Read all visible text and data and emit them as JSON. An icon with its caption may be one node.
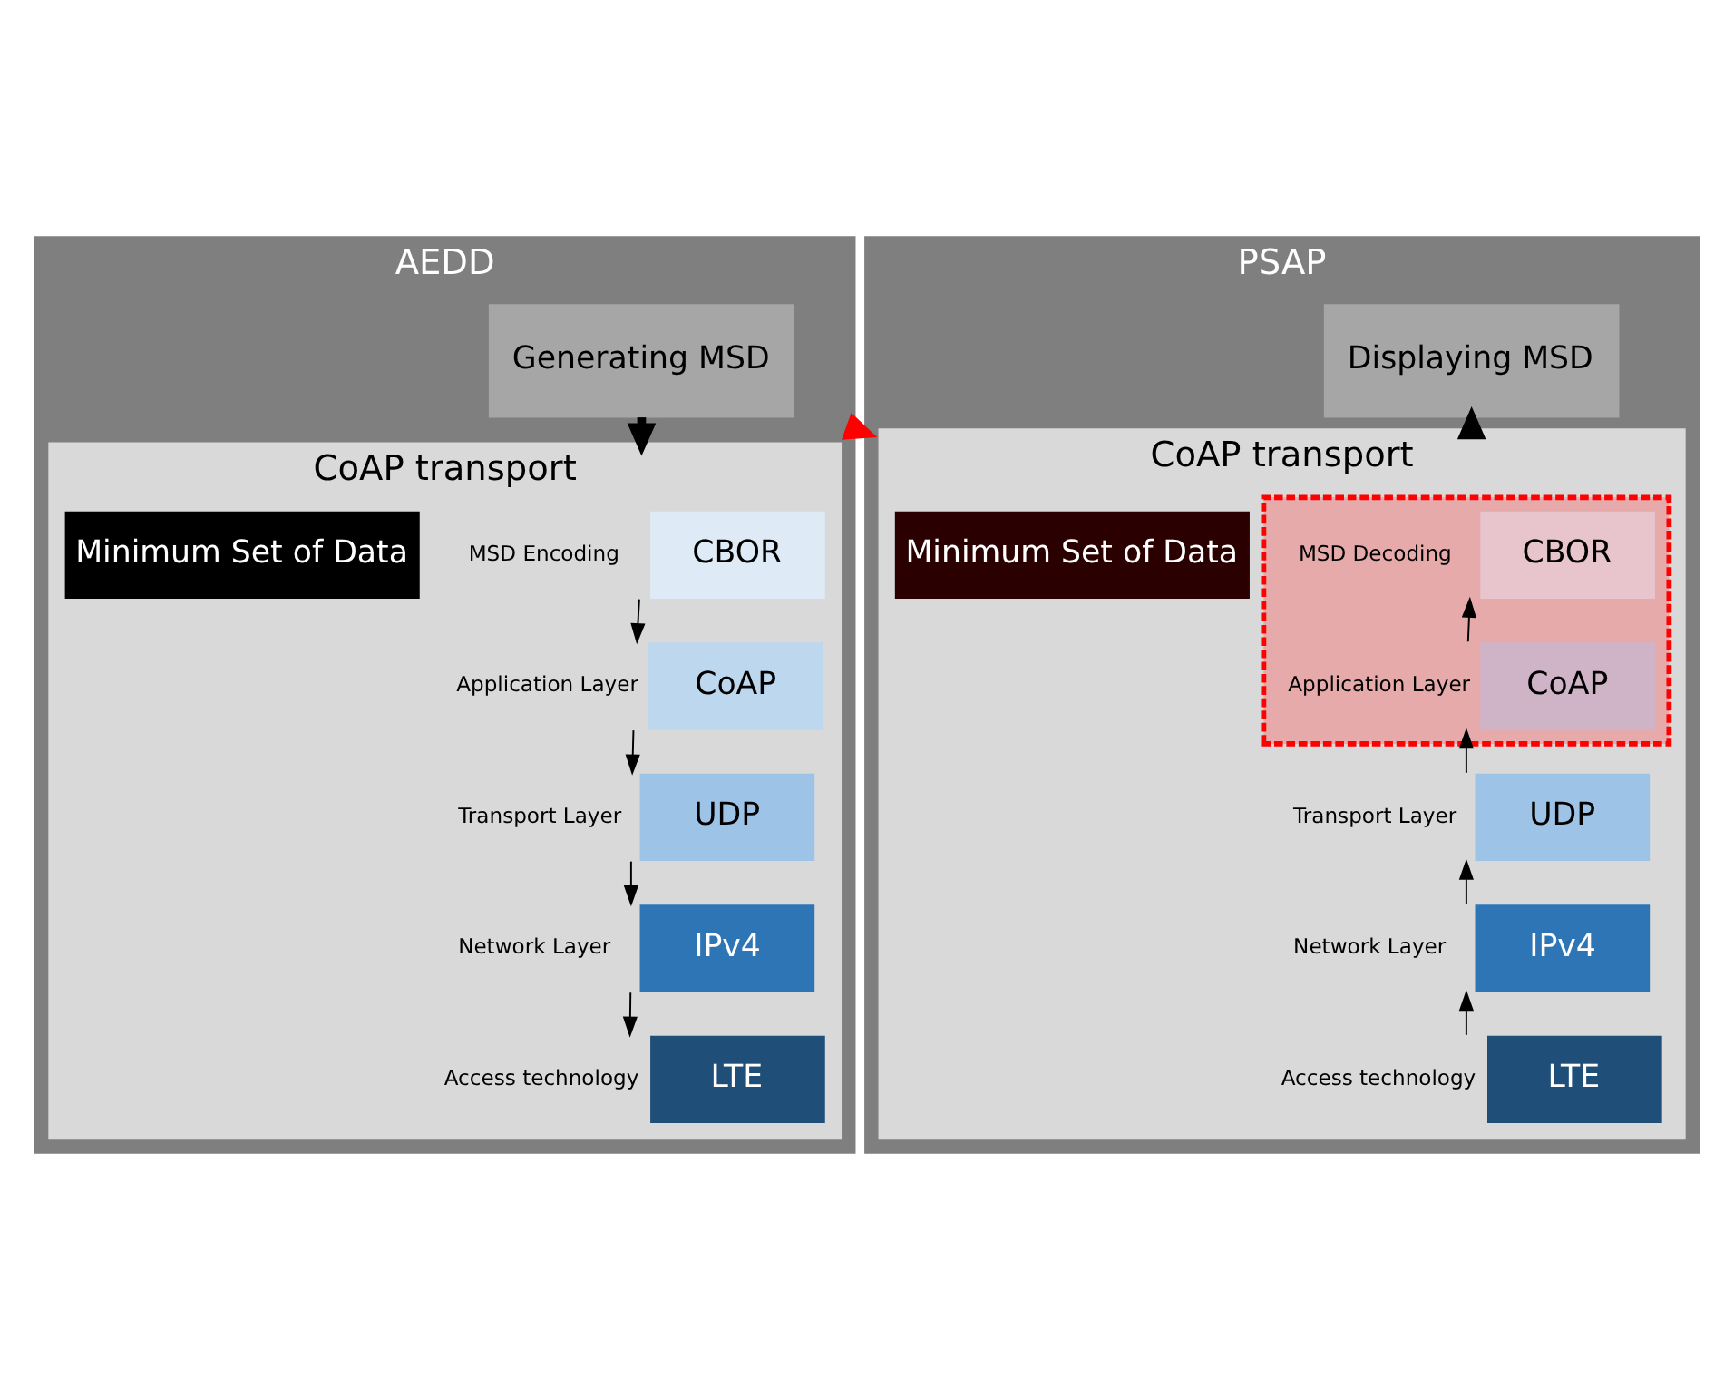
{
  "diagram": {
    "nodes": [
      {
        "text": [
          "AEDD"
        ]
      },
      {
        "text": [
          "Generating MSD"
        ],
        "in": 0
      },
      {
        "text": [
          "CoAP transport"
        ],
        "in": 0
      },
      {
        "text": [
          "CBOR"
        ],
        "beside": [
          "MSD Encoding"
        ],
        "in": 2
      },
      {
        "text": [
          "CoAP"
        ],
        "beside": [
          "Application Layer"
        ],
        "in": 2
      },
      {
        "text": [
          "UDP"
        ],
        "beside": [
          "Transport Layer"
        ],
        "in": 2
      },
      {
        "text": [
          "IPv4"
        ],
        "beside": [
          "Network Layer"
        ],
        "in": 2
      },
      {
        "text": [
          "LTE"
        ],
        "beside": [
          "Access technology"
        ],
        "in": 2
      },
      {
        "text": [
          "Minimum Set of Data"
        ],
        "in": 2
      },
      {
        "text": [
          "PSAP"
        ]
      },
      {
        "text": [
          "Displaying MSD"
        ],
        "in": 9
      },
      {
        "text": [
          "CoAP transport"
        ],
        "in": 9
      },
      {
        "text": [],
        "shape": "box",
        "in": 11
      },
      {
        "text": [
          "CBOR"
        ],
        "beside": [
          "MSD Decoding"
        ],
        "in": 12
      },
      {
        "text": [
          "CoAP"
        ],
        "beside": [
          "Application Layer"
        ],
        "in": 12
      },
      {
        "text": [
          "UDP"
        ],
        "beside": [
          "Transport Layer"
        ],
        "in": 11
      },
      {
        "text": [
          "IPv4"
        ],
        "beside": [
          "Network Layer"
        ],
        "in": 11
      },
      {
        "text": [
          "LTE"
        ],
        "beside": [
          "Access technology"
        ],
        "in": 11
      },
      {
        "text": [
          "Minimum Set of Data"
        ],
        "in": 11
      }
    ],
    "edges": [
      {
        "from": 1,
        "to": 2,
        "arrow": "to",
        "style": "thick"
      },
      {
        "from": 3,
        "to": 4,
        "arrow": "to"
      },
      {
        "from": 4,
        "to": 5,
        "arrow": "to"
      },
      {
        "from": 5,
        "to": 6,
        "arrow": "to"
      },
      {
        "from": 6,
        "to": 7,
        "arrow": "to"
      },
      {
        "from": 11,
        "to": 10,
        "arrow": "to",
        "style": "thick"
      },
      {
        "from": 17,
        "to": 16,
        "arrow": "to"
      },
      {
        "from": 16,
        "to": 15,
        "arrow": "to"
      },
      {
        "from": 15,
        "to": 14,
        "arrow": "to"
      },
      {
        "from": 14,
        "to": 13,
        "arrow": "to"
      },
      {
        "from": 0,
        "to": 9,
        "arrow": "to",
        "style": "thick",
        "color": "#ff0000"
      }
    ]
  }
}
